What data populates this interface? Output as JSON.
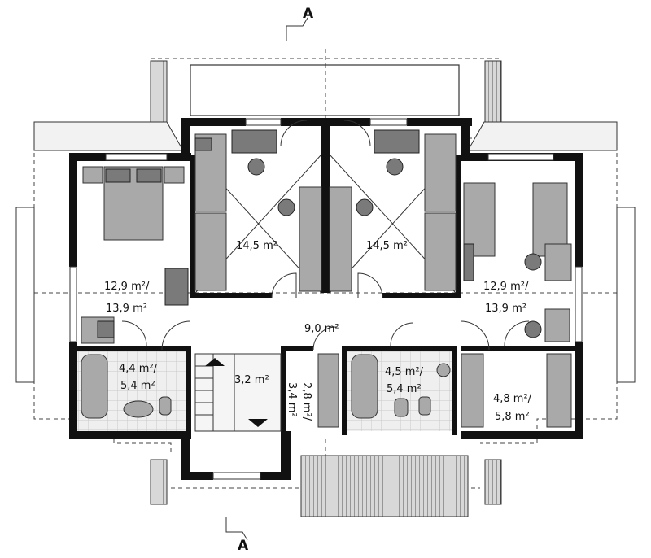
{
  "section_marks": {
    "top": "A",
    "bottom": "A"
  },
  "rooms": [
    {
      "id": "bedroom-left",
      "line1": "12,9 m²/",
      "line2": "13,9 m²"
    },
    {
      "id": "bedroom-center-left",
      "line1": "14,5 m²",
      "line2": ""
    },
    {
      "id": "bedroom-center-right",
      "line1": "14,5 m²",
      "line2": ""
    },
    {
      "id": "bedroom-right",
      "line1": "12,9 m²/",
      "line2": "13,9 m²"
    },
    {
      "id": "hall",
      "line1": "9,0 m²",
      "line2": ""
    },
    {
      "id": "bathroom-left",
      "line1": "4,4 m²/",
      "line2": "5,4 m²"
    },
    {
      "id": "stairs",
      "line1": "3,2 m²",
      "line2": ""
    },
    {
      "id": "closet",
      "line1": "2,8 m²/",
      "line2": "3,4 m²"
    },
    {
      "id": "bathroom-right",
      "line1": "4,5 m²/",
      "line2": "5,4 m²"
    },
    {
      "id": "storage-right",
      "line1": "4,8 m²/",
      "line2": "5,8 m²"
    }
  ],
  "colors": {
    "wall": "#111111",
    "furniture": "#a9a9a9",
    "tile": "#e6e6e6",
    "background": "#ffffff"
  }
}
